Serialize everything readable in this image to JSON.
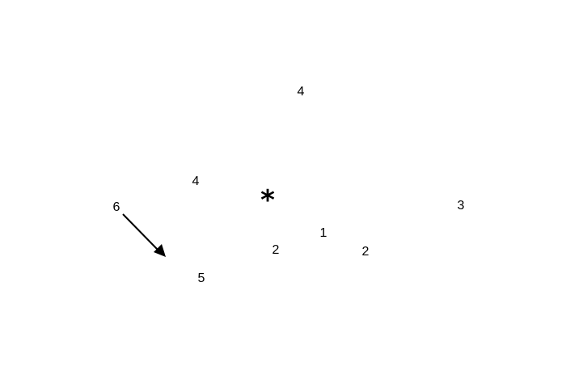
{
  "labels": {
    "n1": "4",
    "n2": "4",
    "n3": "6",
    "n4": "3",
    "n5": "1",
    "n6": "2",
    "n7": "2",
    "n8": "5"
  },
  "marker": {
    "symbol": "*",
    "icon": "asterisk-icon"
  },
  "arrow": {
    "icon": "arrow-down-right-icon",
    "color": "#000000"
  }
}
